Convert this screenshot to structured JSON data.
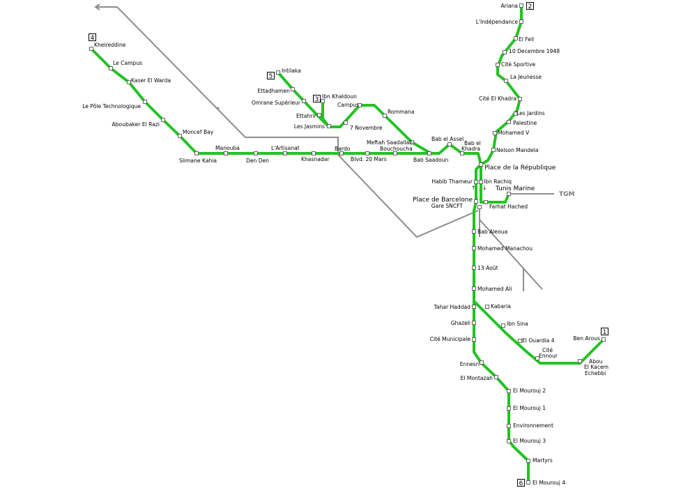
{
  "colors": {
    "line": "#22c322",
    "rail": "#8c8c8c",
    "text": "#000000",
    "tgm": "#777777"
  },
  "line_numbers": {
    "l1": "1",
    "l2": "2",
    "l3": "3",
    "l4": "4",
    "l5": "5",
    "l6": "6"
  },
  "tgm": "TGM",
  "stations": {
    "ariana": "Ariana",
    "independance": "L'Indépendance",
    "el_fell": "El Fell",
    "dix_decembre": "10 Decembre 1948",
    "cite_sportive": "Cité Sportive",
    "la_jeunesse": "La Jeunesse",
    "cite_el_khadra": "Cité El Khadra",
    "les_jardins": "Les Jardins",
    "palestine": "Palestine",
    "mohamed_v": "Mohamed V",
    "nelson_mandela": "Nelson Mandela",
    "bab_el_assel": "Bab el Assel",
    "bab_el_khadra_1": "Bab el",
    "bab_el_khadra_2": "Khadra",
    "place_republique": "Place de la République",
    "ibn_rachiq": "Ibn Rachiq",
    "habib_thameur": "Habib Thameur",
    "tunis_marine": "Tunis Marine",
    "place_barcelone": "Place de Barcelone",
    "gare_sncft": "Gare SNCFT",
    "farhat_hached": "Farhat Hached",
    "bab_aleoua": "Bab Aleoua",
    "mohamed_manachou": "Mohamed Manachou",
    "treize_aout": "13 Août",
    "mohamed_ali": "Mohamed Ali",
    "tahar_haddad": "Tahar Haddad",
    "kabaria": "Kabaria",
    "ghazeli": "Ghazeli",
    "ibn_sina": "Ibn Sina",
    "cite_municipale": "Cité Municipale",
    "el_ouardia_4": "El Ouardia 4",
    "ben_arous": "Ben Arous",
    "cite_ennour_1": "Cité",
    "cite_ennour_2": "Ennour",
    "abou_1": "Abou",
    "abou_2": "El Kacem",
    "abou_3": "Echebbi",
    "ennesri": "Ennesri",
    "el_montazah": "El Montazah",
    "el_mourouj_2": "El Mourouj 2",
    "el_mourouj_1": "El Mourouj 1",
    "environnement": "Environnement",
    "el_mourouj_3": "El Mourouj 3",
    "martyrs": "Martyrs",
    "el_mourouj_4": "El Mourouj 4",
    "kheireddine": "Kheireddine",
    "le_campus": "Le Campus",
    "kaser_el_warda": "Kaser El Warda",
    "pole_techno": "Le Pôle Technologique",
    "aboubaker": "Aboubaker El Razi",
    "moncef_bay": "Moncef Bay",
    "slimane_kahia": "Slimane Kahia",
    "manouba": "Manouba",
    "den_den": "Den Den",
    "artisanat": "L'Artisanat",
    "khasnadar": "Khasnadar",
    "bardo": "Bardo",
    "bvd_20_mars": "Blvd. 20 Mars",
    "meftah": "Meftah Saadallah",
    "bouchoucha": "Bouchoucha",
    "bab_saadoun": "Bab Saadoun",
    "intilaka": "Intilaka",
    "ettadhamen": "Ettadhamen",
    "omrane_sup": "Omrane Supérieur",
    "ettahrir": "Ettahrir",
    "ibn_khaldoun": "Ibn Khaldoun",
    "les_jasmins": "Les Jasmins",
    "campus": "Campus",
    "sept_novembre": "7 Novembre",
    "rommana": "Rommana"
  }
}
